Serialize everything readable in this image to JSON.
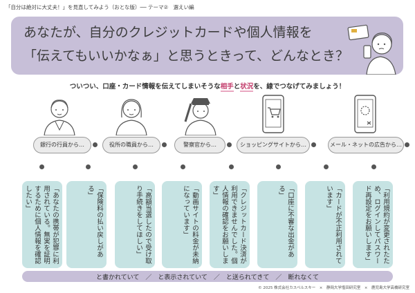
{
  "header": {
    "title": "「自分は絶対に大丈夫！」を見直してみよう（おとな版）── テーマ②　選えい編"
  },
  "banner": {
    "line1": "あなたが、自分のクレジットカードや個人情報を",
    "line2": "「伝えてもいいかなぁ」と思うときって、どんなとき？"
  },
  "instruction": {
    "pre": "ついつい、口座・カード情報を伝えてしまいそうな",
    "aite": "相手",
    "to": "と",
    "jokyo": "状況",
    "post": "を、線でつなげてみましょう！"
  },
  "sources": [
    {
      "label": "銀行の行員から…"
    },
    {
      "label": "役所の職員から…"
    },
    {
      "label": "警察官から…"
    },
    {
      "label": "ショッピングサイトから…"
    },
    {
      "label": "メール・ネットの広告から…"
    }
  ],
  "messages": [
    {
      "text": "「あなたの携帯が犯罪に利用されている。無実を証明するために個人情報を確認したい」"
    },
    {
      "text": "「保険料の払い戻しがある」"
    },
    {
      "text": "「高額当選したので受け取り手続きをしてほしい」"
    },
    {
      "text": "「動画サイトの料金が未納になっています」"
    },
    {
      "text": "「クレジットカード決済が利用できませんでした。個人情報の確認をお願いします」"
    },
    {
      "text": "「口座に不審な出金がある」"
    },
    {
      "text": "「カードが不正利用されています」"
    },
    {
      "text": "「利用規約が変更されたため、ログインしてパスワード再設定をお願いします」"
    }
  ],
  "footer": {
    "bottom": "と書かれていて　／　と表示されていて　／　と送られてきて　／　断れなくて",
    "copyright": "© 2025 株式会社カスペルスキー　×　静岡大学塩田研究室　×　鹿児島大学高橋研究室"
  }
}
